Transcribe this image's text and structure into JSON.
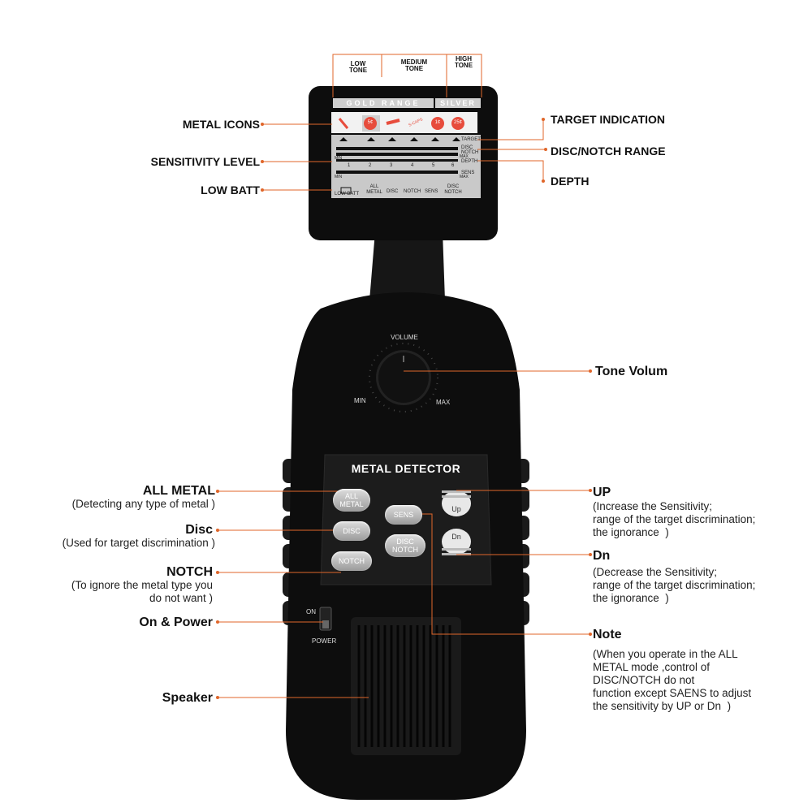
{
  "tone_headers": {
    "low": "LOW\nTONE",
    "medium": "MEDIUM\nTONE",
    "high": "HIGH\nTONE"
  },
  "lcd": {
    "gold_range": "GOLD RANGE",
    "silver": "SILVER",
    "coins": [
      "5¢",
      "S-CAPS",
      "1¢",
      "25¢"
    ],
    "right_labels": [
      "TARGET",
      "DISC\nNOTCH",
      "DEPTH",
      "SENS"
    ],
    "min": "MIN",
    "max": "MAX",
    "scale": [
      "1",
      "2",
      "3",
      "4",
      "5",
      "6"
    ],
    "bottom": [
      "LOW BATT",
      "ALL\nMETAL",
      "DISC",
      "NOTCH",
      "SENS",
      "DISC\nNOTCH"
    ]
  },
  "device": {
    "volume": "VOLUME",
    "min": "MIN",
    "max": "MAX",
    "title": "METAL DETECTOR",
    "buttons": {
      "all_metal": "ALL\nMETAL",
      "disc": "DISC",
      "notch": "NOTCH",
      "sens": "SENS",
      "disc_notch": "DISC\nNOTCH",
      "up": "Up",
      "dn": "Dn"
    },
    "on": "ON",
    "power": "POWER"
  },
  "callouts": {
    "metal_icons": "METAL ICONS",
    "sensitivity_level": "SENSITIVITY LEVEL",
    "low_batt": "LOW BATT",
    "target_indication": "TARGET INDICATION",
    "disc_notch_range": "DISC/NOTCH RANGE",
    "depth": "DEPTH",
    "tone_volum": "Tone Volum",
    "all_metal": "ALL METAL",
    "all_metal_desc": "(Detecting any type of metal )",
    "disc": "Disc",
    "disc_desc": "(Used for target discrimination )",
    "notch": "NOTCH",
    "notch_desc": "(To ignore the metal type you\ndo not want )",
    "on_power": "On & Power",
    "speaker": "Speaker",
    "up": "UP",
    "up_desc": "(Increase the Sensitivity;\nrange of the target discrimination;\nthe ignorance  )",
    "dn": "Dn",
    "dn_desc": "(Decrease the Sensitivity;\nrange of the target discrimination;\nthe ignorance  )",
    "note": "Note",
    "note_desc": "(When you operate in the ALL\nMETAL mode ,control of\nDISC/NOTCH do not\nfunction except SAENS to adjust\nthe sensitivity by UP or Dn  )"
  },
  "colors": {
    "accent": "#e0662a",
    "body": "#111111",
    "lcd": "#c9c9c9"
  }
}
